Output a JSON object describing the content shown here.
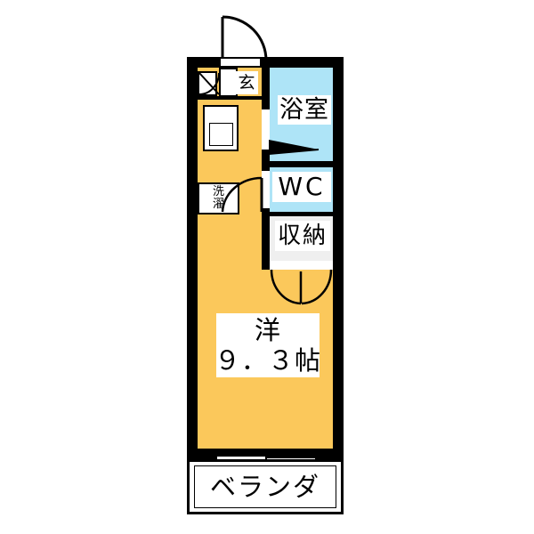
{
  "plan": {
    "type": "japanese-apartment-floorplan",
    "layout_name": "1R",
    "colors": {
      "wall": "#000000",
      "floor": "#FBC85B",
      "water_area": "#AEE4F7",
      "closet": "#EFEFEF",
      "background": "#FFFFFF"
    },
    "rooms": [
      {
        "id": "genkan",
        "label": "玄",
        "meaning": "entrance",
        "fill": "#FBC85B"
      },
      {
        "id": "bathroom",
        "label": "浴室",
        "meaning": "bathroom",
        "fill": "#AEE4F7"
      },
      {
        "id": "toilet",
        "label": "WC",
        "meaning": "toilet",
        "fill": "#AEE4F7"
      },
      {
        "id": "closet",
        "label": "収納",
        "meaning": "storage closet",
        "fill": "#EFEFEF"
      },
      {
        "id": "washer",
        "label_line1": "洗",
        "label_line2": "濯",
        "meaning": "washing machine space",
        "fill": "#FFFFFF"
      },
      {
        "id": "main-room",
        "label_line1": "洋",
        "label_line2": "９．３帖",
        "meaning": "western-style room 9.3 tatami",
        "size_value": "9.3",
        "size_unit": "帖",
        "fill": "#FBC85B"
      },
      {
        "id": "veranda",
        "label": "ベランダ",
        "meaning": "veranda / balcony",
        "fill": "#FFFFFF"
      }
    ],
    "fixtures": [
      {
        "id": "entrance-door",
        "kind": "hinged-door-swing"
      },
      {
        "id": "shoe-box",
        "kind": "cabinet"
      },
      {
        "id": "kitchen-sink-unit",
        "kind": "kitchen"
      },
      {
        "id": "bath-door",
        "kind": "folding-door"
      },
      {
        "id": "toilet-door",
        "kind": "door-opening"
      },
      {
        "id": "washer-door",
        "kind": "hinged-door-swing"
      },
      {
        "id": "closet-doors",
        "kind": "double-hinged-doors"
      },
      {
        "id": "veranda-sliding-door",
        "kind": "sliding-glass-door"
      }
    ]
  }
}
